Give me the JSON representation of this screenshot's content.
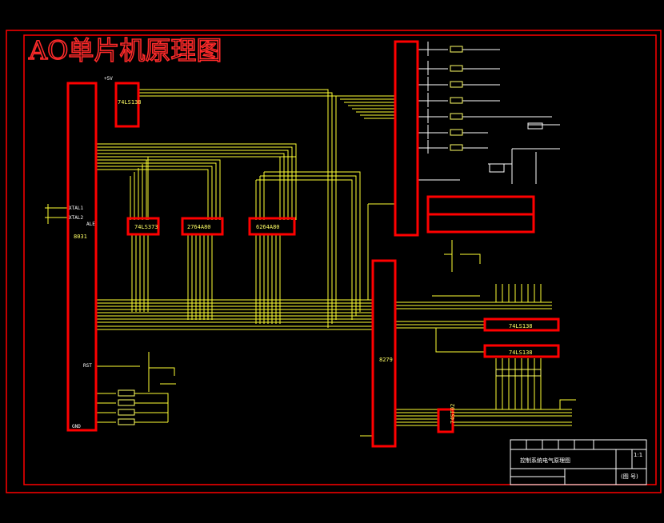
{
  "title": "AO单片机原理图",
  "chips": {
    "mcu": "8031",
    "decoder_top": "74LS138",
    "latch": "74LS373",
    "eprom": "2764A80",
    "ram": "6264A80",
    "kbd": "8279",
    "decoder_r1": "74LS138",
    "decoder_r2": "74LS138",
    "driver": "74ST02"
  },
  "pin_labels": {
    "vcc": "+5V",
    "ale": "ALE",
    "rst": "RST",
    "gnd": "GND",
    "xtal1": "XTAL1",
    "xtal2": "XTAL2"
  },
  "title_block": {
    "name": "控制系统电气原理图",
    "scale": "1:1",
    "sheet": "(图 号)"
  }
}
